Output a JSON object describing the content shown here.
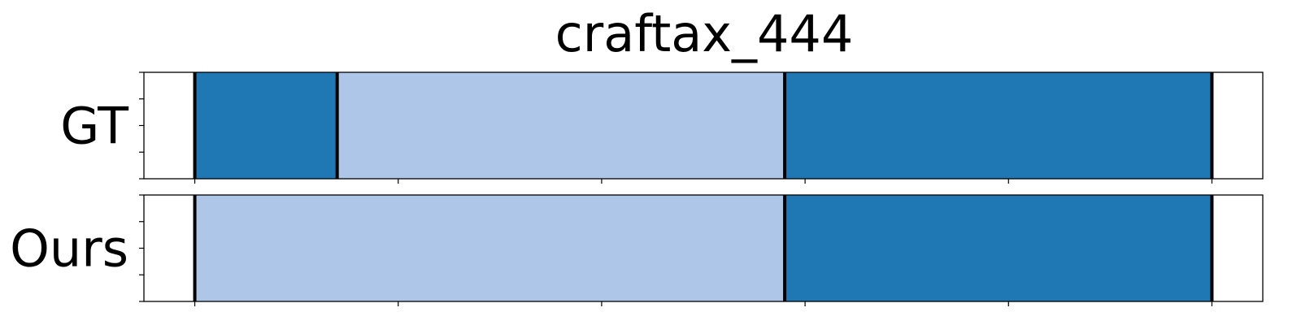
{
  "chart_data": {
    "type": "segmentation-timeline",
    "title": "craftax_444",
    "xlim": [
      0,
      55
    ],
    "colors": {
      "dark": "#1f77b4",
      "light": "#aec7e8",
      "boundary": "#000000"
    },
    "rows": [
      {
        "label": "GT",
        "segments": [
          {
            "start": 2.5,
            "end": 9.5,
            "color": "dark"
          },
          {
            "start": 9.5,
            "end": 31.5,
            "color": "light"
          },
          {
            "start": 31.5,
            "end": 52.5,
            "color": "dark"
          }
        ],
        "boundaries": [
          2.5,
          9.5,
          31.5,
          52.5
        ]
      },
      {
        "label": "Ours",
        "segments": [
          {
            "start": 2.5,
            "end": 31.5,
            "color": "light"
          },
          {
            "start": 31.5,
            "end": 52.5,
            "color": "dark"
          }
        ],
        "boundaries": [
          2.5,
          31.5,
          52.5
        ]
      }
    ],
    "xticks": [
      2.5,
      12.5,
      22.5,
      32.5,
      42.5,
      52.5
    ],
    "yticks_per_row": 5
  }
}
